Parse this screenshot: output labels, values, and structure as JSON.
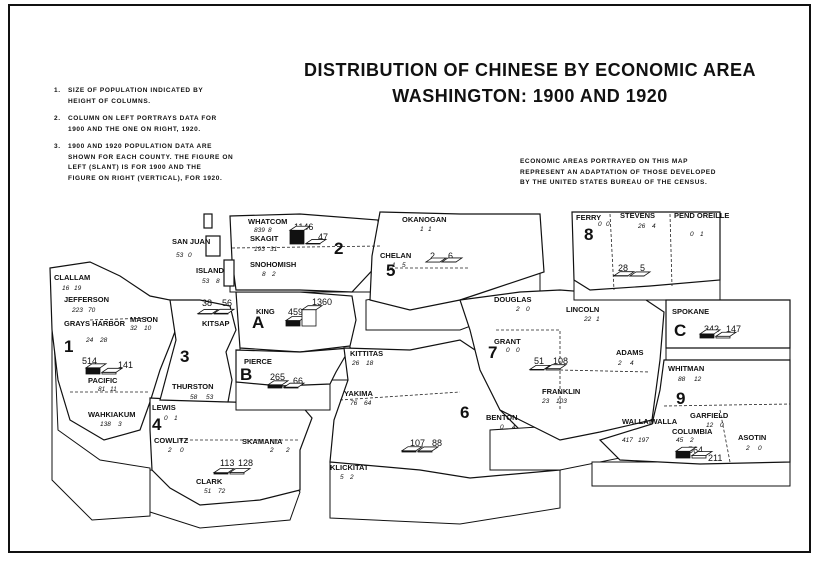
{
  "title": {
    "line1": "DISTRIBUTION OF CHINESE BY ECONOMIC AREA",
    "line2": "WASHINGTON: 1900 AND 1920"
  },
  "notes": [
    {
      "num": "1.",
      "lines": [
        "SIZE OF POPULATION INDICATED BY",
        "HEIGHT OF COLUMNS."
      ]
    },
    {
      "num": "2.",
      "lines": [
        "COLUMN ON LEFT PORTRAYS DATA FOR",
        "1900 AND THE ONE ON RIGHT, 1920."
      ]
    },
    {
      "num": "3.",
      "lines": [
        "1900 AND 1920 POPULATION DATA ARE",
        "SHOWN FOR EACH COUNTY.  THE FIGURE ON",
        "LEFT (SLANT) IS FOR 1900 AND THE",
        "FIGURE ON RIGHT (VERTICAL), FOR 1920."
      ]
    }
  ],
  "economic_note": [
    "ECONOMIC AREAS PORTRAYED ON THIS MAP",
    "REPRESENT AN ADAPTATION OF THOSE DEVELOPED",
    "BY THE UNITED STATES BUREAU OF THE CENSUS."
  ],
  "areas": [
    {
      "label": "1",
      "v1900": "514",
      "v1920": "141"
    },
    {
      "label": "2",
      "v1900": "1146",
      "v1920": "47"
    },
    {
      "label": "3",
      "v1900": "38",
      "v1920": "56"
    },
    {
      "label": "4",
      "v1900": "113",
      "v1920": "128"
    },
    {
      "label": "5",
      "v1900": "2",
      "v1920": "6"
    },
    {
      "label": "6",
      "v1900": "107",
      "v1920": "88"
    },
    {
      "label": "7",
      "v1900": "51",
      "v1920": "108"
    },
    {
      "label": "8",
      "v1900": "28",
      "v1920": "5"
    },
    {
      "label": "9",
      "v1900": "564",
      "v1920": "211"
    },
    {
      "label": "A",
      "v1900": "459",
      "v1920": "1360"
    },
    {
      "label": "B",
      "v1900": "265",
      "v1920": "66"
    },
    {
      "label": "C",
      "v1900": "342",
      "v1920": "147"
    }
  ],
  "counties": [
    {
      "name": "WHATCOM",
      "v1900": "839",
      "v1920": "8"
    },
    {
      "name": "SAN JUAN",
      "v1900": "53",
      "v1920": "0"
    },
    {
      "name": "SKAGIT",
      "v1900": "193",
      "v1920": "31"
    },
    {
      "name": "ISLAND",
      "v1900": "53",
      "v1920": "8"
    },
    {
      "name": "SNOHOMISH",
      "v1900": "8",
      "v1920": "2"
    },
    {
      "name": "CLALLAM",
      "v1900": "16",
      "v1920": "19"
    },
    {
      "name": "JEFFERSON",
      "v1900": "223",
      "v1920": "70"
    },
    {
      "name": "MASON",
      "v1900": "32",
      "v1920": "10"
    },
    {
      "name": "GRAYS HARBOR",
      "v1900": "24",
      "v1920": "28"
    },
    {
      "name": "KITSAP",
      "v1900": "",
      "v1920": ""
    },
    {
      "name": "KING",
      "v1900": "",
      "v1920": ""
    },
    {
      "name": "PIERCE",
      "v1900": "",
      "v1920": ""
    },
    {
      "name": "PACIFIC",
      "v1900": "81",
      "v1920": "11"
    },
    {
      "name": "THURSTON",
      "v1900": "58",
      "v1920": "53"
    },
    {
      "name": "WAHKIAKUM",
      "v1900": "138",
      "v1920": "3"
    },
    {
      "name": "LEWIS",
      "v1900": "0",
      "v1920": "1"
    },
    {
      "name": "COWLITZ",
      "v1900": "2",
      "v1920": "0"
    },
    {
      "name": "SKAMANIA",
      "v1900": "2",
      "v1920": "2"
    },
    {
      "name": "CLARK",
      "v1900": "51",
      "v1920": "72"
    },
    {
      "name": "OKANOGAN",
      "v1900": "1",
      "v1920": "1"
    },
    {
      "name": "CHELAN",
      "v1900": "1",
      "v1920": "5"
    },
    {
      "name": "KITTITAS",
      "v1900": "26",
      "v1920": "18"
    },
    {
      "name": "YAKIMA",
      "v1900": "76",
      "v1920": "64"
    },
    {
      "name": "KLICKITAT",
      "v1900": "5",
      "v1920": "2"
    },
    {
      "name": "DOUGLAS",
      "v1900": "2",
      "v1920": "0"
    },
    {
      "name": "GRANT",
      "v1900": "0",
      "v1920": "0"
    },
    {
      "name": "BENTON",
      "v1900": "0",
      "v1920": "4"
    },
    {
      "name": "FRANKLIN",
      "v1900": "23",
      "v1920": "103"
    },
    {
      "name": "ADAMS",
      "v1900": "2",
      "v1920": "4"
    },
    {
      "name": "LINCOLN",
      "v1900": "22",
      "v1920": "1"
    },
    {
      "name": "FERRY",
      "v1900": "0",
      "v1920": "0"
    },
    {
      "name": "STEVENS",
      "v1900": "26",
      "v1920": "4"
    },
    {
      "name": "PEND OREILLE",
      "v1900": "0",
      "v1920": "1"
    },
    {
      "name": "SPOKANE",
      "v1900": "",
      "v1920": ""
    },
    {
      "name": "WHITMAN",
      "v1900": "88",
      "v1920": "12"
    },
    {
      "name": "GARFIELD",
      "v1900": "12",
      "v1920": "0"
    },
    {
      "name": "WALLA WALLA",
      "v1900": "417",
      "v1920": "197"
    },
    {
      "name": "COLUMBIA",
      "v1900": "45",
      "v1920": "2"
    },
    {
      "name": "ASOTIN",
      "v1900": "2",
      "v1920": "0"
    }
  ],
  "colors": {
    "ink": "#111111",
    "paper": "#ffffff"
  }
}
